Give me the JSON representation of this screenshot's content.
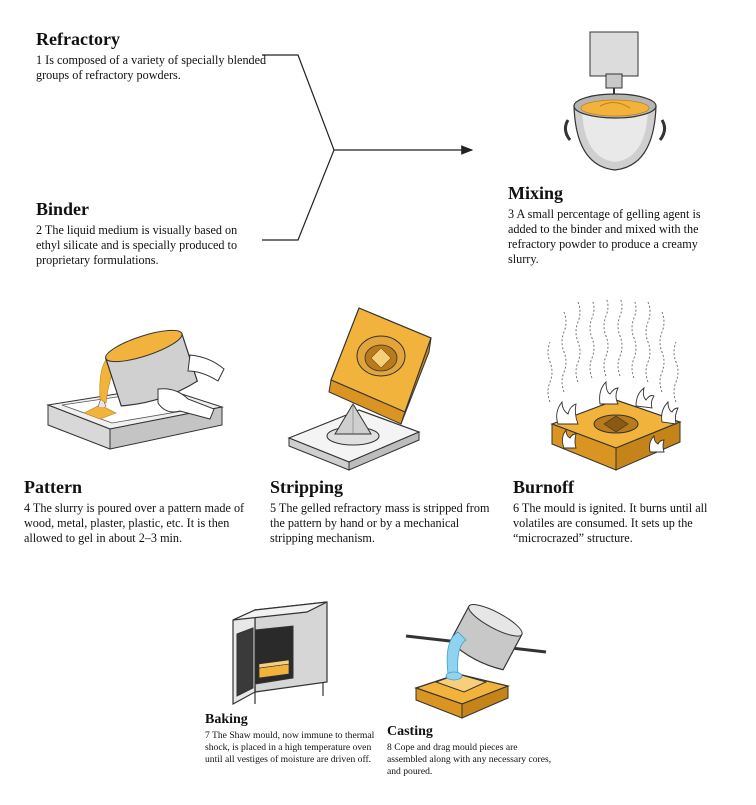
{
  "steps": [
    {
      "id": "refractory",
      "title": "Refractory",
      "text": "1  Is composed of a variety of specially blended groups of refractory powders."
    },
    {
      "id": "binder",
      "title": "Binder",
      "text": "2  The liquid medium is visually based on ethyl silicate and is specially produced to proprietary formulations."
    },
    {
      "id": "mixing",
      "title": "Mixing",
      "text": "3  A small percentage of gelling agent is added to the binder and mixed with the refractory powder to produce a creamy slurry."
    },
    {
      "id": "pattern",
      "title": "Pattern",
      "text": "4  The slurry is poured over a pattern made of wood, metal, plaster, plastic, etc. It is then allowed to gel in about 2–3 min."
    },
    {
      "id": "stripping",
      "title": "Stripping",
      "text": "5  The gelled refractory mass is stripped from the pattern by hand or by a mechanical stripping mechanism."
    },
    {
      "id": "burnoff",
      "title": "Burnoff",
      "text": "6  The mould is ignited. It burns until all volatiles are consumed. It sets up the “microcrazed” structure."
    },
    {
      "id": "baking",
      "title": "Baking",
      "text": "7  The Shaw mould, now immune to thermal shock, is placed in a high temperature oven until all vestiges of moisture are driven off."
    },
    {
      "id": "casting",
      "title": "Casting",
      "text": "8  Cope and drag mould pieces are assembled along with any necessary cores, and poured."
    }
  ],
  "colors": {
    "slurry": "#f2b33d",
    "slurry_dark": "#d99421",
    "metal": "#a8a8a8",
    "metal_light": "#e6e6e6",
    "blue": "#8fd3f0",
    "outline": "#222222"
  },
  "icons": [
    "mixer-bowl-icon",
    "pouring-pot-icon",
    "mould-box-icon",
    "flame-icon",
    "oven-icon",
    "ladle-icon"
  ]
}
